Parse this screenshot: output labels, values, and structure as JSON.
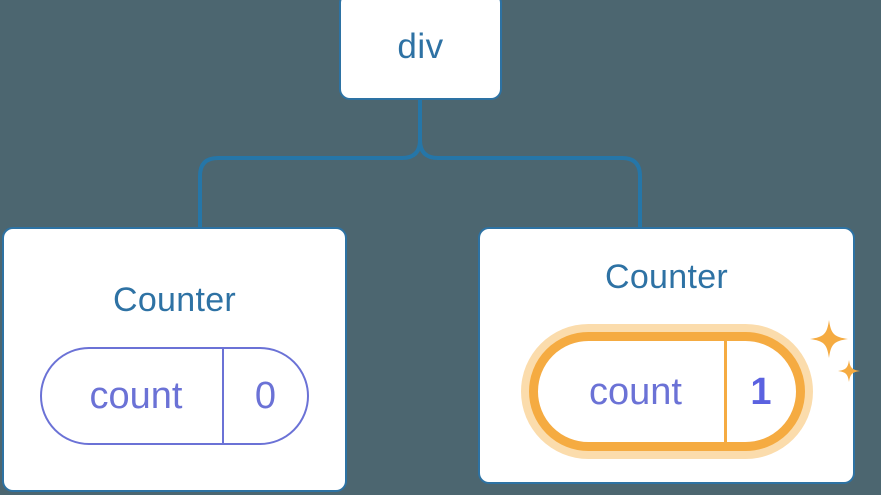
{
  "theme": {
    "background": "#4c6670",
    "node_border": "#2d72a3",
    "node_text": "#2e72a4",
    "connector": "#2576a8",
    "pill_border": "#6b72d6",
    "pill_text": "#6b72d6",
    "highlight_ring": "#f5ab41",
    "highlight_glow": "#fbdcac",
    "highlight_value_text": "#5b62e0",
    "card_background": "#ffffff"
  },
  "tree": {
    "root": {
      "label": "div"
    },
    "children": [
      {
        "title": "Counter",
        "state": {
          "key": "count",
          "value": "0"
        },
        "highlighted": "false"
      },
      {
        "title": "Counter",
        "state": {
          "key": "count",
          "value": "1"
        },
        "highlighted": "true",
        "sparkle_icons": [
          "sparkle-large-icon",
          "sparkle-small-icon"
        ]
      }
    ]
  }
}
